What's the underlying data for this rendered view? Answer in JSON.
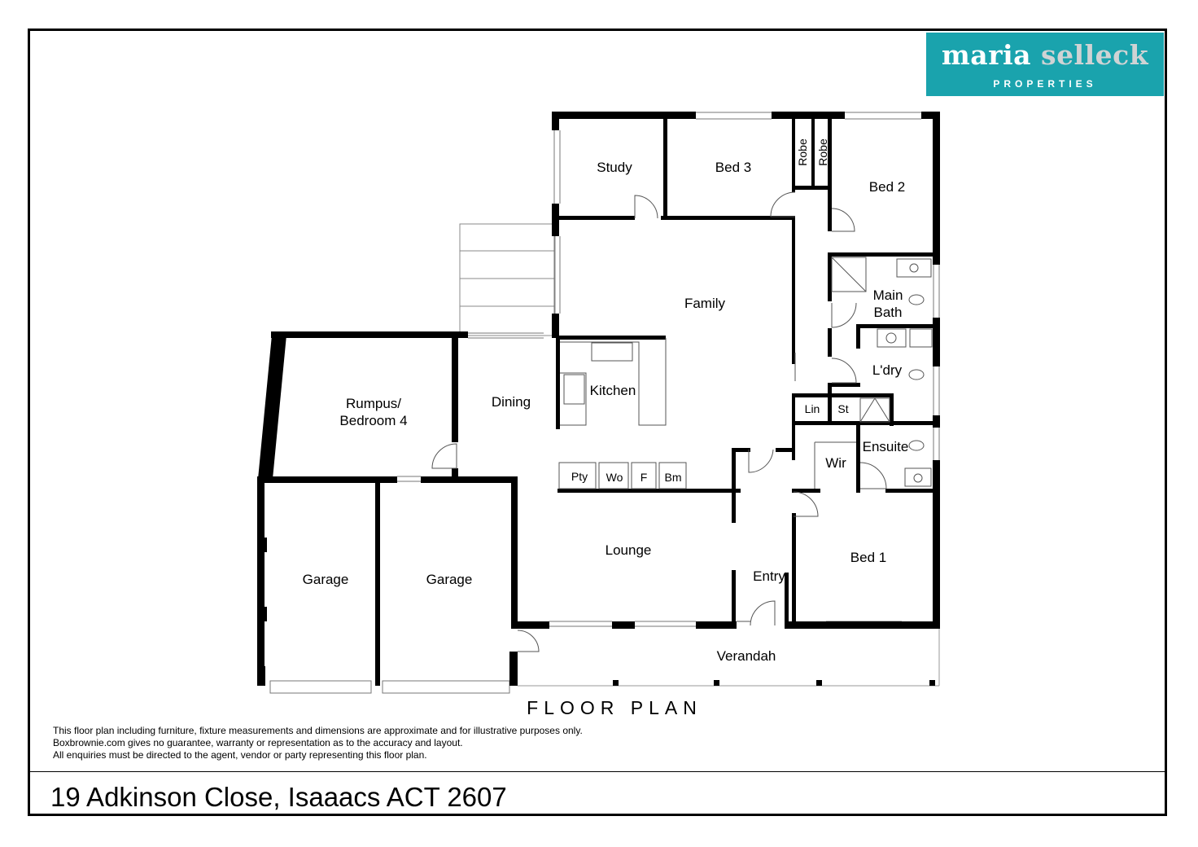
{
  "logo": {
    "brand_part1": "maria ",
    "brand_part2": "selleck",
    "subtitle": "PROPERTIES",
    "color": "#1aa3ad"
  },
  "rooms": {
    "study": "Study",
    "bed3": "Bed 3",
    "robe1": "Robe",
    "robe2": "Robe",
    "bed2": "Bed 2",
    "family": "Family",
    "main_bath_1": "Main",
    "main_bath_2": "Bath",
    "laundry": "L'dry",
    "kitchen": "Kitchen",
    "dining": "Dining",
    "rumpus_1": "Rumpus/",
    "rumpus_2": "Bedroom 4",
    "lin": "Lin",
    "st": "St",
    "ensuite": "Ensuite",
    "wir": "Wir",
    "pty": "Pty",
    "wo": "Wo",
    "f": "F",
    "bm": "Bm",
    "lounge": "Lounge",
    "entry": "Entry",
    "bed1": "Bed 1",
    "garage1": "Garage",
    "garage2": "Garage",
    "verandah": "Verandah"
  },
  "title": "FLOOR PLAN",
  "disclaimer": [
    "This floor plan including furniture, fixture measurements and dimensions are approximate and for illustrative purposes only.",
    "Boxbrownie.com gives no guarantee, warranty or representation as to the accuracy and layout.",
    "All enquiries must be directed to the agent, vendor or party representing this floor plan."
  ],
  "address": "19 Adkinson Close, Isaaacs ACT 2607"
}
